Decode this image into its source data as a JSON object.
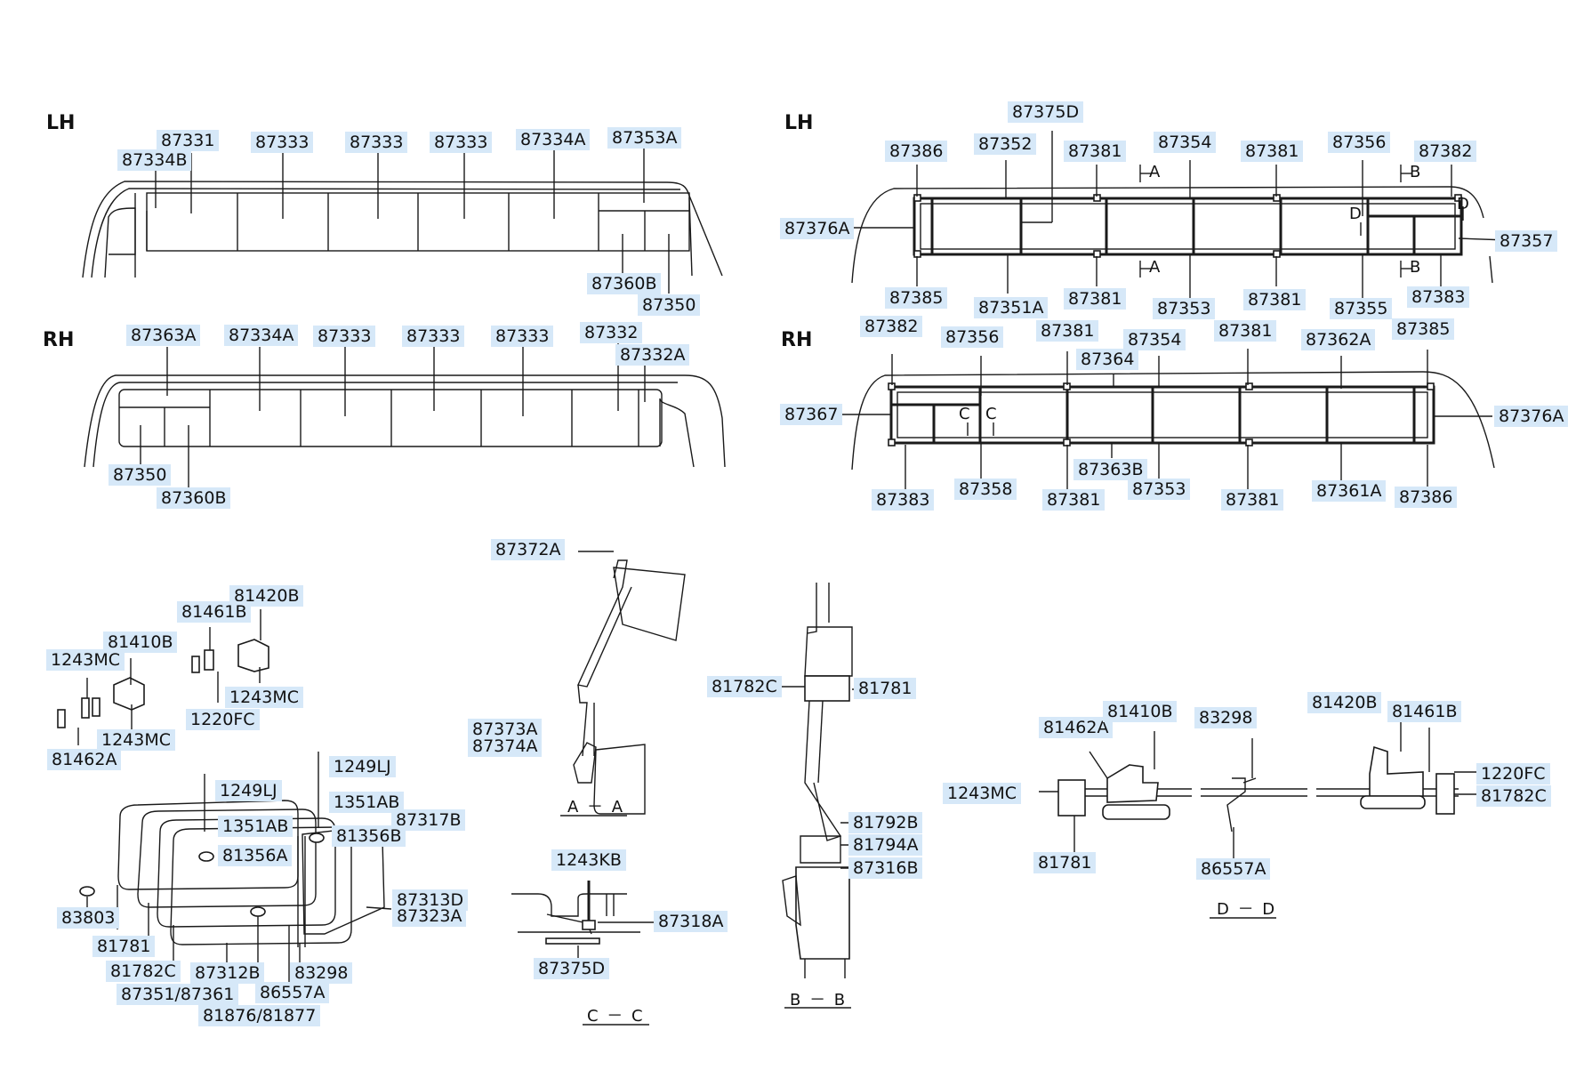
{
  "sections": {
    "lh_left": "LH",
    "rh_left": "RH",
    "lh_right": "LH",
    "rh_right": "RH"
  },
  "captions": {
    "aa": "A － A",
    "cc": "C － C",
    "bb": "B － B",
    "dd": "D － D"
  },
  "markers": {
    "a1": "A",
    "a2": "A",
    "b1": "B",
    "b2": "B",
    "d1": "D",
    "d2": "D",
    "c1": "C",
    "c2": "C"
  },
  "labels": {
    "l_87331": "87331",
    "l_87334B": "87334B",
    "l_87333_a": "87333",
    "l_87333_b": "87333",
    "l_87333_c": "87333",
    "l_87334A_lh": "87334A",
    "l_87353A": "87353A",
    "l_87360B_lh": "87360B",
    "l_87350_lh": "87350",
    "l_87363A": "87363A",
    "l_87334A_rh": "87334A",
    "l_87333_d": "87333",
    "l_87333_e": "87333",
    "l_87333_f": "87333",
    "l_87332": "87332",
    "l_87332A": "87332A",
    "l_87350_rh": "87350",
    "l_87360B_rh": "87360B",
    "r_87375D": "87375D",
    "r_87386_lh": "87386",
    "r_87352": "87352",
    "r_87381_lt1": "87381",
    "r_87354_lh": "87354",
    "r_87381_lt2": "87381",
    "r_87356_lh": "87356",
    "r_87382_lh": "87382",
    "r_87376A_lh": "87376A",
    "r_87357": "87357",
    "r_87385_lh": "87385",
    "r_87351A": "87351A",
    "r_87381_lb1": "87381",
    "r_87353_lh": "87353",
    "r_87381_lb2": "87381",
    "r_87355": "87355",
    "r_87383_lh": "87383",
    "r_87382_rh": "87382",
    "r_87356_rh": "87356",
    "r_87381_rt1": "87381",
    "r_87354_rh": "87354",
    "r_87364": "87364",
    "r_87381_rt2": "87381",
    "r_87362A": "87362A",
    "r_87385_rh": "87385",
    "r_87367": "87367",
    "r_87376A_rh": "87376A",
    "r_87383_rh": "87383",
    "r_87358": "87358",
    "r_87381_rb1": "87381",
    "r_87363B": "87363B",
    "r_87353_rh": "87353",
    "r_87381_rb2": "87381",
    "r_87361A": "87361A",
    "r_87386_rh": "87386",
    "h_81420B": "81420B",
    "h_81461B": "81461B",
    "h_81410B": "81410B",
    "h_1243MC_a": "1243MC",
    "h_1243MC_b": "1243MC",
    "h_1220FC": "1220FC",
    "h_1243MC_c": "1243MC",
    "h_81462A": "81462A",
    "w_1249LJ_a": "1249LJ",
    "w_1249LJ_b": "1249LJ",
    "w_1351AB_a": "1351AB",
    "w_87317B": "87317B",
    "w_1351AB_b": "1351AB",
    "w_81356B": "81356B",
    "w_81356A": "81356A",
    "w_87313D": "87313D",
    "w_87323A": "87323A",
    "w_83803": "83803",
    "w_81781": "81781",
    "w_81782C": "81782C",
    "w_87312B": "87312B",
    "w_83298": "83298",
    "w_87351_87361": "87351/87361",
    "w_86557A": "86557A",
    "w_81876_81877": "81876/81877",
    "s_87372A": "87372A",
    "s_87373A": "87373A",
    "s_87374A": "87374A",
    "c_1243KB": "1243KB",
    "c_87318A": "87318A",
    "c_87375D": "87375D",
    "b_81782C": "81782C",
    "b_81781": "81781",
    "b_81792B": "81792B",
    "b_81794A": "81794A",
    "b_87316B": "87316B",
    "d_81462A": "81462A",
    "d_81410B": "81410B",
    "d_83298": "83298",
    "d_81420B": "81420B",
    "d_81461B": "81461B",
    "d_1243MC": "1243MC",
    "d_1220FC": "1220FC",
    "d_81782C": "81782C",
    "d_81781": "81781",
    "d_86557A": "86557A"
  }
}
